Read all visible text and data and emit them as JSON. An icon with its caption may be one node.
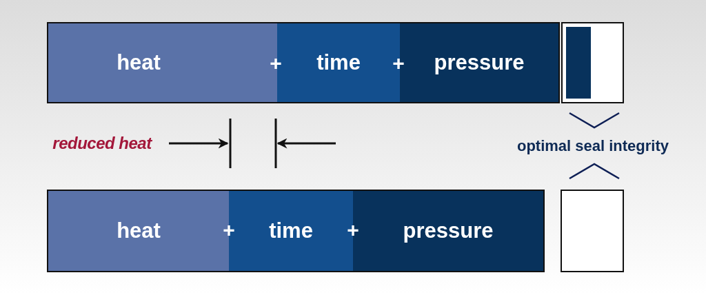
{
  "diagram": {
    "nodes": [
      {
        "text": [
          "heat"
        ]
      },
      {
        "text": [
          "time"
        ]
      },
      {
        "text": [
          "pressure"
        ]
      },
      {
        "text": [],
        "shape": "box"
      },
      {
        "text": [],
        "shape": "bar",
        "in": 3
      },
      {
        "text": [
          "heat"
        ]
      },
      {
        "text": [
          "time"
        ]
      },
      {
        "text": [
          "pressure"
        ]
      },
      {
        "text": [],
        "shape": "box"
      }
    ],
    "edges": [],
    "labels": [
      "+",
      "+",
      "reduced heat",
      "optimal seal integrity",
      "+",
      "+"
    ]
  }
}
